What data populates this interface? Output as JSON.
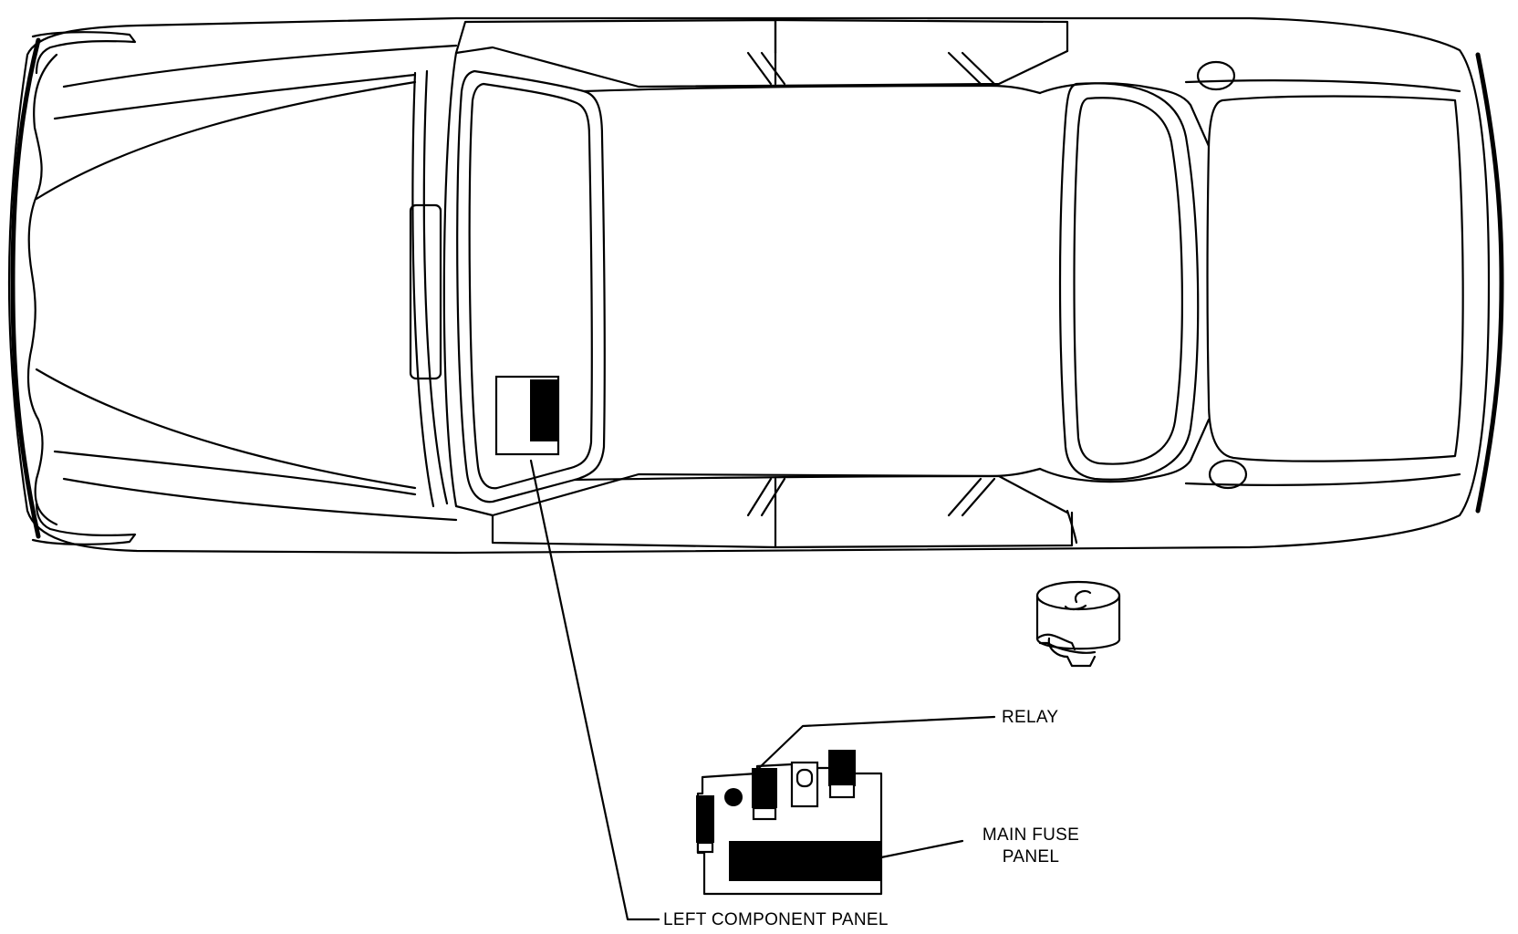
{
  "labels": {
    "relay": "RELAY",
    "main_fuse_panel_line1": "MAIN FUSE",
    "main_fuse_panel_line2": "PANEL",
    "left_component_panel": "LEFT COMPONENT PANEL"
  },
  "colors": {
    "line": "#000000",
    "background": "#ffffff"
  }
}
